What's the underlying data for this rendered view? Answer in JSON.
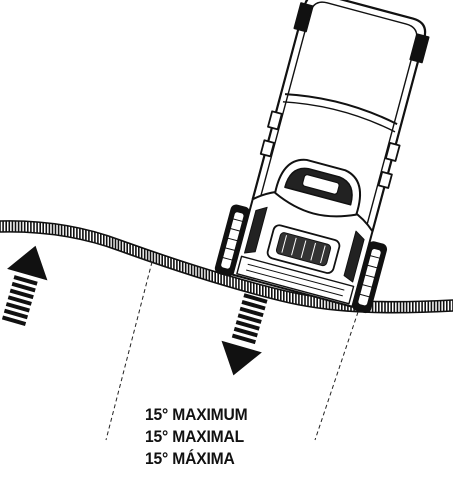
{
  "captions": {
    "line1": "15° MAXIMUM",
    "line2": "15° MAXIMAL",
    "line3": "15° MÁXIMA"
  },
  "max_slope_degrees": 15,
  "icons": {
    "mower": "lawn-mower-icon",
    "uphill_arrow": "arrow-up-icon",
    "downhill_arrow": "arrow-down-icon"
  },
  "colors": {
    "line": "#111111",
    "background": "#ffffff"
  }
}
